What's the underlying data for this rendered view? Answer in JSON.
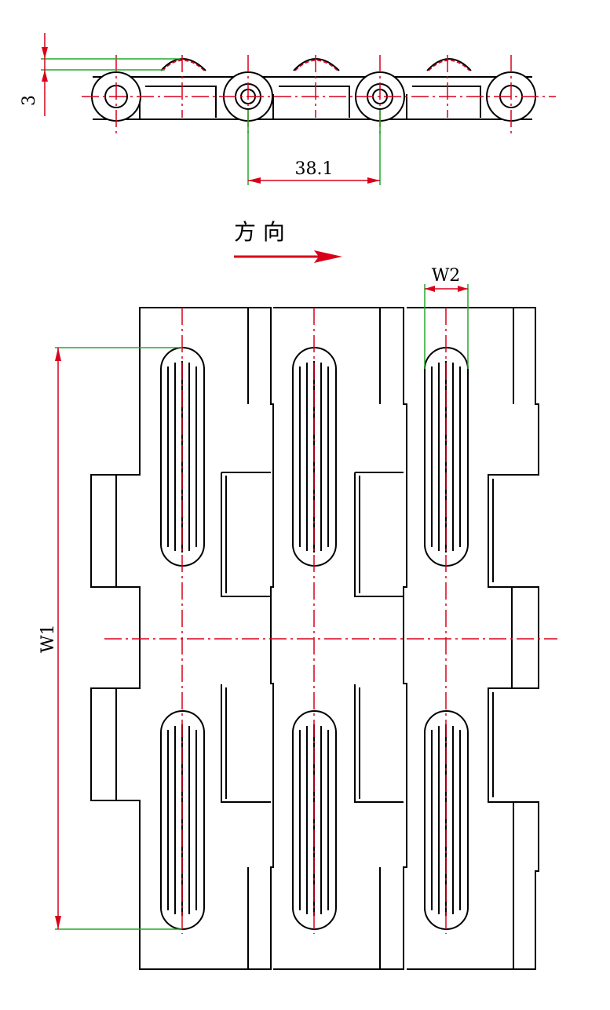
{
  "labels": {
    "pitch": "38.1",
    "height_offset": "3",
    "direction": "方 向",
    "width_total": "W1",
    "width_slot": "W2"
  },
  "colors": {
    "outline": "#000000",
    "centerline": "#d9001b",
    "dimension_leader": "#22a82a",
    "direction_arrow": "#d9001b"
  }
}
